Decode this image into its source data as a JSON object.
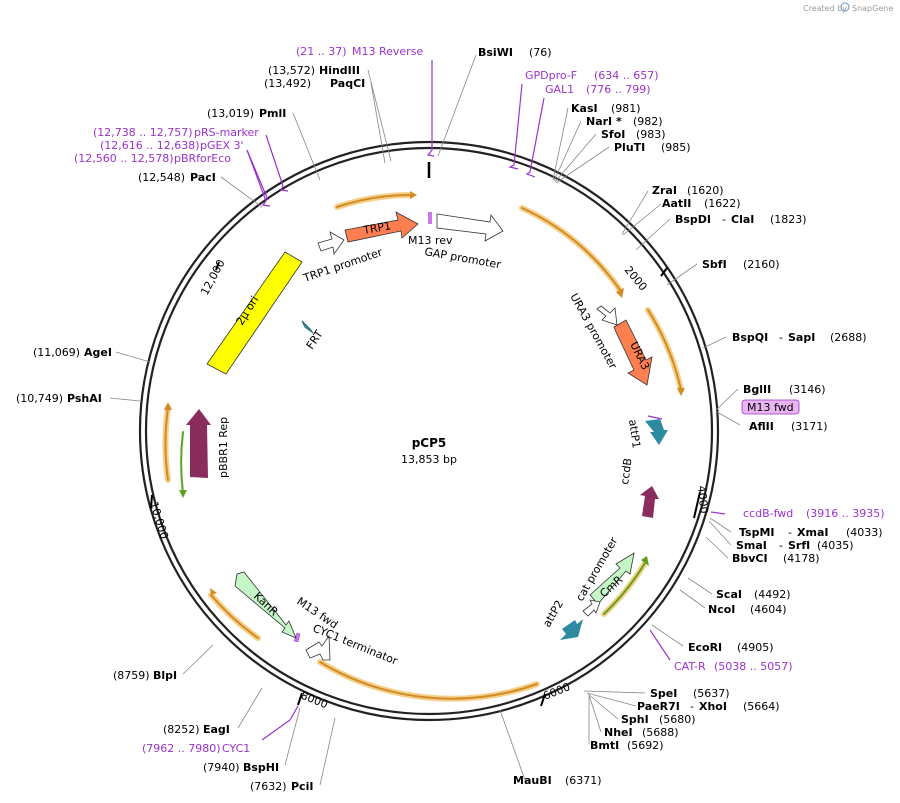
{
  "plasmid": {
    "name": "pCP5",
    "length_label": "13,853 bp"
  },
  "credit": {
    "created_by": "Created by",
    "brand": "SnapGene"
  },
  "ticks": [
    "2000",
    "4000",
    "6000",
    "8000",
    "10,000",
    "12,000"
  ],
  "restriction_sites": [
    {
      "name": "BsiWI",
      "pos": "(76)"
    },
    {
      "name": "KasI",
      "pos": "(981)"
    },
    {
      "name": "NarI *",
      "pos": "(982)"
    },
    {
      "name": "SfoI",
      "pos": "(983)"
    },
    {
      "name": "PluTI",
      "pos": "(985)"
    },
    {
      "name": "ZraI",
      "pos": "(1620)"
    },
    {
      "name": "AatII",
      "pos": "(1622)"
    },
    {
      "name": "BspDI",
      "name2": "ClaI",
      "pos": "(1823)"
    },
    {
      "name": "SbfI",
      "pos": "(2160)"
    },
    {
      "name": "BspQI",
      "name2": "SapI",
      "pos": "(2688)"
    },
    {
      "name": "BglII",
      "pos": "(3146)"
    },
    {
      "name": "AflII",
      "pos": "(3171)"
    },
    {
      "name": "TspMI",
      "name2": "XmaI",
      "pos": "(4033)"
    },
    {
      "name": "SmaI",
      "name2": "SrfI",
      "pos": "(4035)"
    },
    {
      "name": "BbvCI",
      "pos": "(4178)"
    },
    {
      "name": "ScaI",
      "pos": "(4492)"
    },
    {
      "name": "NcoI",
      "pos": "(4604)"
    },
    {
      "name": "EcoRI",
      "pos": "(4905)"
    },
    {
      "name": "SpeI",
      "pos": "(5637)"
    },
    {
      "name": "PaeR7I",
      "name2": "XhoI",
      "pos": "(5664)"
    },
    {
      "name": "SphI",
      "pos": "(5680)"
    },
    {
      "name": "NheI",
      "pos": "(5688)"
    },
    {
      "name": "BmtI",
      "pos": "(5692)"
    },
    {
      "name": "MauBI",
      "pos": "(6371)"
    },
    {
      "name": "PciI",
      "pos": "(7632)"
    },
    {
      "name": "BspHI",
      "pos": "(7940)"
    },
    {
      "name": "EagI",
      "pos": "(8252)"
    },
    {
      "name": "BlpI",
      "pos": "(8759)"
    },
    {
      "name": "PshAI",
      "pos": "(10,749)"
    },
    {
      "name": "AgeI",
      "pos": "(11,069)"
    },
    {
      "name": "PacI",
      "pos": "(12,548)"
    },
    {
      "name": "PmlI",
      "pos": "(13,019)"
    },
    {
      "name": "PaqCI",
      "pos": "(13,492)"
    },
    {
      "name": "HindIII",
      "pos": "(13,572)"
    }
  ],
  "primers": [
    {
      "name": "M13 Reverse",
      "range": "(21 .. 37)"
    },
    {
      "name": "GPDpro-F",
      "range": "(634 .. 657)"
    },
    {
      "name": "GAL1",
      "range": "(776 .. 799)"
    },
    {
      "name": "M13 fwd",
      "range": ""
    },
    {
      "name": "ccdB-fwd",
      "range": "(3916 .. 3935)"
    },
    {
      "name": "CAT-R",
      "range": "(5038 .. 5057)"
    },
    {
      "name": "CYC1",
      "range": "(7962 .. 7980)"
    },
    {
      "name": "pBRforEco",
      "range": "(12,560 .. 12,578)"
    },
    {
      "name": "pGEX 3'",
      "range": "(12,616 .. 12,638)"
    },
    {
      "name": "pRS-marker",
      "range": "(12,738 .. 12,757)"
    }
  ],
  "features": {
    "trp1": "TRP1",
    "trp1_promoter": "TRP1 promoter",
    "m13_rev": "M13 rev",
    "gap_promoter": "GAP promoter",
    "ura3_promoter": "URA3 promoter",
    "ura3": "URA3",
    "attp1": "attP1",
    "ccdb": "ccdB",
    "cat_promoter": "cat promoter",
    "cmr": "CmR",
    "attp2": "attP2",
    "m13_fwd": "M13 fwd",
    "cyc1_terminator": "CYC1 terminator",
    "kanr": "KanR",
    "pbbr1_rep": "pBBR1 Rep",
    "two_micron_ori": "2µ ori",
    "frt": "FRT"
  },
  "colors": {
    "backbone": "#222222",
    "primer": "#9a32cd",
    "promoter_fill": "#ffffff",
    "orange_orf": "#ff7f50",
    "green_marker": "#c5f6c5",
    "origin": "#ffff00",
    "rep": "#8b2c5e",
    "att_site": "#2e8aa0",
    "orf_arc": "#d28b26",
    "frt": "#3c9fa8"
  }
}
